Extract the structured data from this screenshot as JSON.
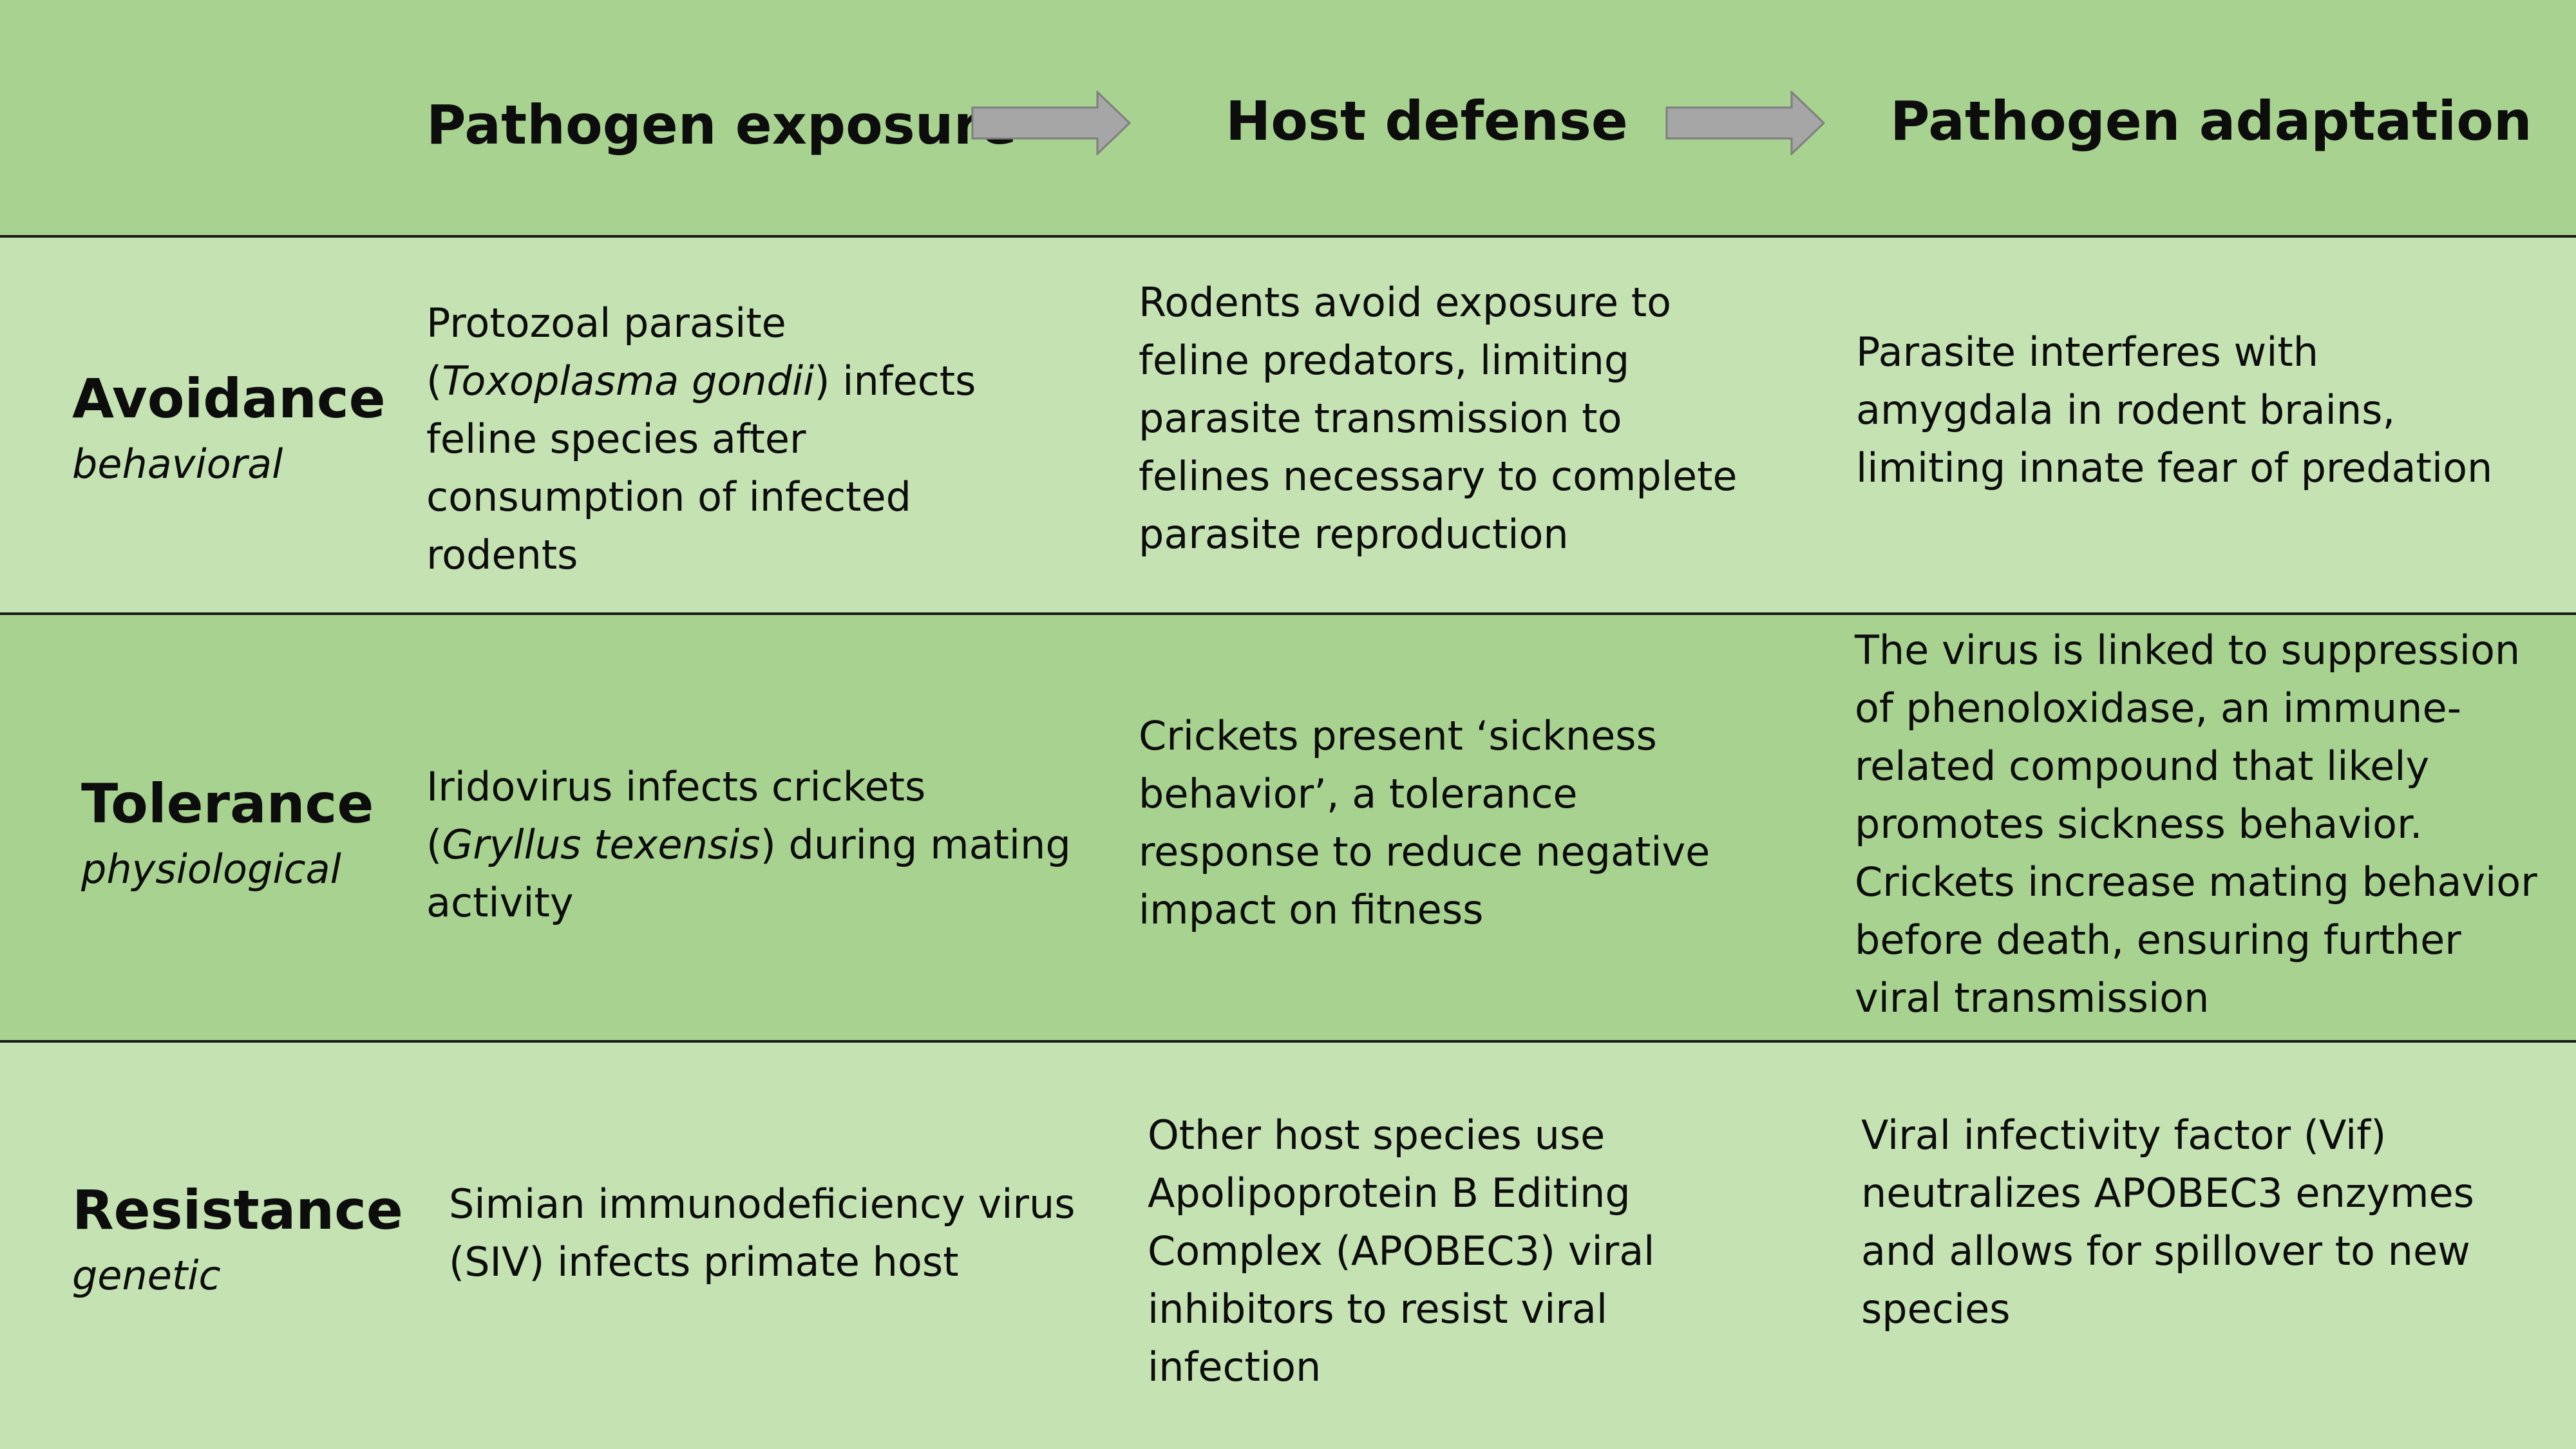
{
  "header": {
    "col1": "Pathogen exposure",
    "col2": "Host defense",
    "col3": "Pathogen adaptation",
    "arrow_icon": "right-arrow-icon",
    "arrow_color": "#a6a6a6"
  },
  "rows": [
    {
      "title": "Avoidance",
      "subtitle": "behavioral",
      "exposure": {
        "line1": "Protozoal parasite",
        "line2_pre": "(",
        "line2_italic": "Toxoplasma gondii",
        "line2_post": ") infects",
        "line3": "feline species after",
        "line4": "consumption of infected",
        "line5": "rodents"
      },
      "defense": [
        "Rodents avoid exposure to",
        "feline predators, limiting",
        "parasite transmission to",
        "felines necessary to complete",
        "parasite reproduction"
      ],
      "adaptation": [
        "Parasite interferes with",
        "amygdala in rodent brains,",
        "limiting innate fear of predation"
      ]
    },
    {
      "title": "Tolerance",
      "subtitle": "physiological",
      "exposure": {
        "line1": "Iridovirus infects crickets",
        "line2_pre": "(",
        "line2_italic": "Gryllus texensis",
        "line2_post": ") during mating",
        "line3": "activity"
      },
      "defense": [
        "Crickets present ‘sickness",
        "behavior’, a tolerance",
        "response to reduce negative",
        "impact on fitness"
      ],
      "adaptation": [
        "The virus is linked to suppression",
        "of phenoloxidase, an immune-",
        "related compound that likely",
        "promotes sickness behavior.",
        "Crickets increase mating behavior",
        "before death, ensuring further",
        "viral transmission"
      ]
    },
    {
      "title": "Resistance",
      "subtitle": "genetic",
      "exposure": [
        "Simian immunodeficiency virus",
        "(SIV) infects primate host"
      ],
      "defense": [
        "Other host species use",
        "Apolipoprotein B Editing",
        "Complex (APOBEC3) viral",
        "inhibitors to resist viral",
        "infection"
      ],
      "adaptation": [
        "Viral infectivity factor (Vif)",
        "neutralizes APOBEC3 enzymes",
        "and allows for spillover to new",
        "species"
      ]
    }
  ],
  "colors": {
    "dark_green": "#a8d290",
    "light_green": "#c5e2b3",
    "border": "#1a1a1a"
  }
}
